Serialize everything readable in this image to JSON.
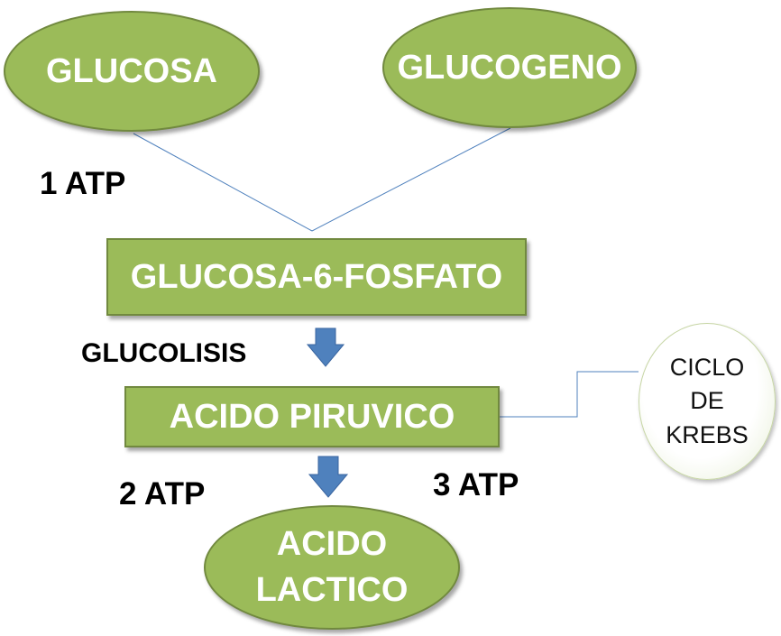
{
  "nodes": {
    "glucosa": "GLUCOSA",
    "glucogeno": "GLUCOGENO",
    "glucosa_6_fosfato": "GLUCOSA-6-FOSFATO",
    "acido_piruvico": "ACIDO PIRUVICO",
    "acido_lactico": [
      "ACIDO",
      "LACTICO"
    ],
    "ciclo_de_krebs": [
      "CICLO",
      "DE",
      "KREBS"
    ]
  },
  "labels": {
    "atp_1": "1 ATP",
    "glucolisis": "GLUCOLISIS",
    "atp_2": "2 ATP",
    "atp_3": "3 ATP"
  },
  "colors": {
    "node_fill": "#9bbb59",
    "node_border": "#71893f",
    "arrow": "#4f81bd",
    "connector_line": "#4f81bd",
    "node_text": "#ffffff"
  }
}
